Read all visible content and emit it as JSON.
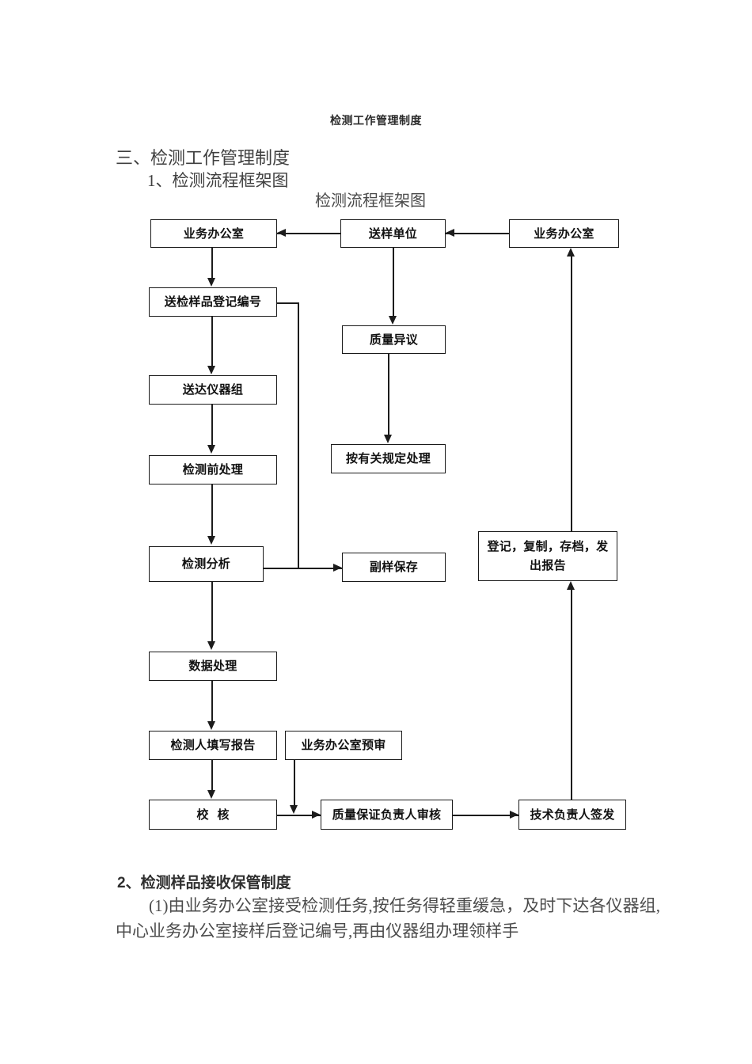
{
  "document": {
    "header_title": "检测工作管理制度",
    "heading_1": "三、检测工作管理制度",
    "heading_2": "1、检测流程框架图",
    "chart_title": "检测流程框架图",
    "section_2_heading": "2、检测样品接收保管制度",
    "paragraph_1": "(1)由业务办公室接受检测任务,按任务得轻重缓急，及时下达各仪器组,中心业务办公室接样后登记编号,再由仪器组办理领样手"
  },
  "flowchart": {
    "title": "检测流程框架图",
    "border_color": "#1a1a1a",
    "line_color": "#1c1c1c",
    "nodes": [
      {
        "id": "office-left",
        "label": "业务办公室"
      },
      {
        "id": "sample-unit",
        "label": "送样单位"
      },
      {
        "id": "office-right",
        "label": "业务办公室"
      },
      {
        "id": "sample-register",
        "label": "送检样品登记编号"
      },
      {
        "id": "quality-dispute",
        "label": "质量异议"
      },
      {
        "id": "deliver-instrument",
        "label": "送达仪器组"
      },
      {
        "id": "handle-by-rules",
        "label": "按有关规定处理"
      },
      {
        "id": "pre-treatment",
        "label": "检测前处理"
      },
      {
        "id": "analysis",
        "label": "检测分析"
      },
      {
        "id": "duplicate-sample",
        "label": "副样保存"
      },
      {
        "id": "archive-report",
        "label": "登记，复制，存档，发出报告"
      },
      {
        "id": "data-processing",
        "label": "数据处理"
      },
      {
        "id": "tester-writes",
        "label": "检测人填写报告"
      },
      {
        "id": "office-prereview",
        "label": "业务办公室预审"
      },
      {
        "id": "verification",
        "label": "校核"
      },
      {
        "id": "qa-manager-review",
        "label": "质量保证负责人审核"
      },
      {
        "id": "tech-manager-sign",
        "label": "技术负责人签发"
      }
    ]
  }
}
